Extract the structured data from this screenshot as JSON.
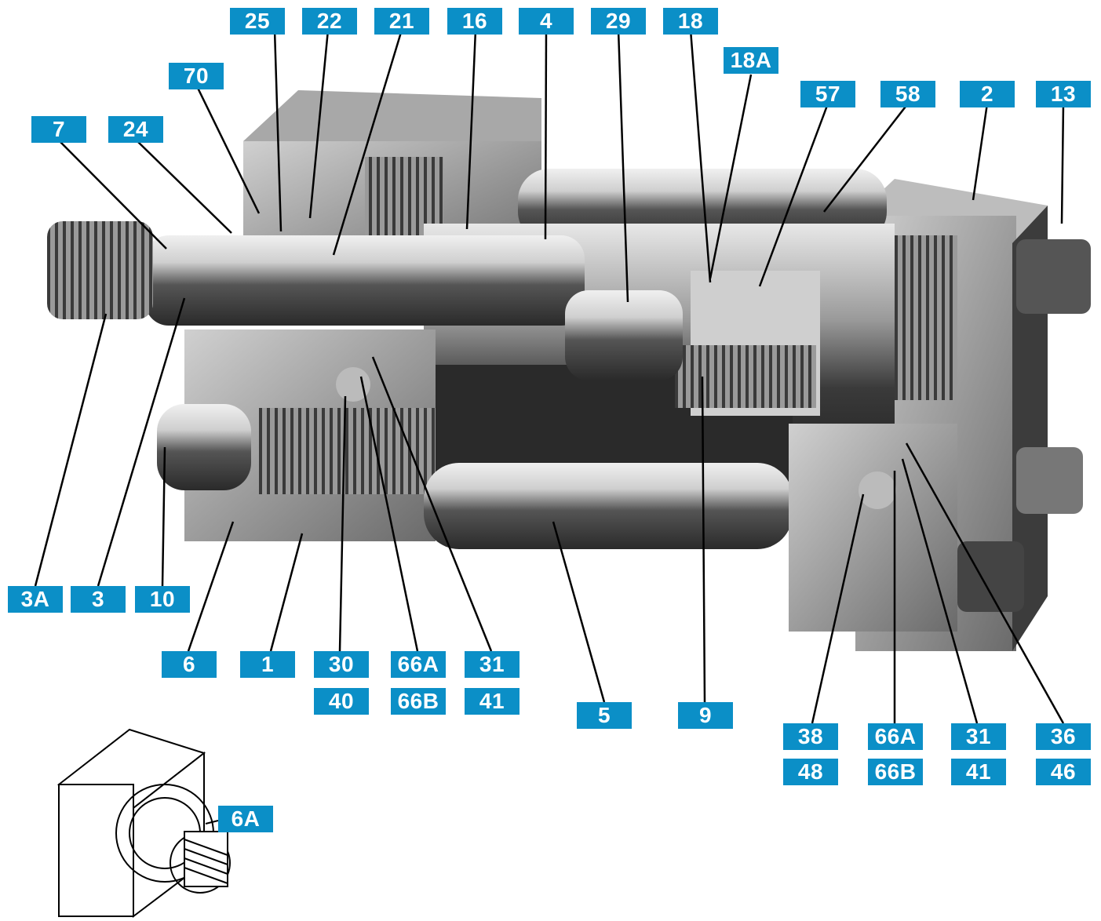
{
  "accent_color": "#0b8fc7",
  "callouts": {
    "c25": "25",
    "c22": "22",
    "c21": "21",
    "c16": "16",
    "c4": "4",
    "c29": "29",
    "c18": "18",
    "c18A": "18A",
    "c70": "70",
    "c57": "57",
    "c58": "58",
    "c2": "2",
    "c13": "13",
    "c7": "7",
    "c24": "24",
    "c3A": "3A",
    "c3": "3",
    "c10": "10",
    "c6": "6",
    "c1": "1",
    "c30": "30",
    "c66A_l": "66A",
    "c31_l": "31",
    "c40": "40",
    "c66B_l": "66B",
    "c41_l": "41",
    "c5": "5",
    "c9": "9",
    "c38": "38",
    "c66A_r": "66A",
    "c31_r": "31",
    "c36": "36",
    "c48": "48",
    "c66B_r": "66B",
    "c41_r": "41",
    "c46": "46",
    "c6A": "6A"
  }
}
